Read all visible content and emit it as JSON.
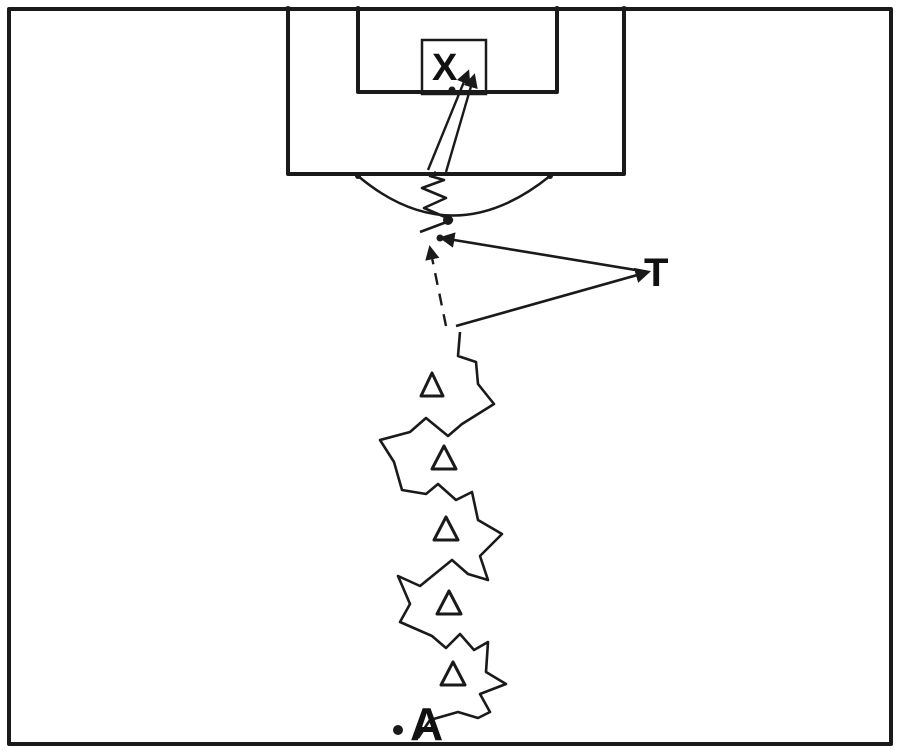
{
  "labels": {
    "goalkeeper": "X",
    "coach": "T",
    "player": "A"
  },
  "cones": {
    "count": 5
  },
  "colors": {
    "line": "#1a1a1a",
    "background": "#ffffff"
  }
}
